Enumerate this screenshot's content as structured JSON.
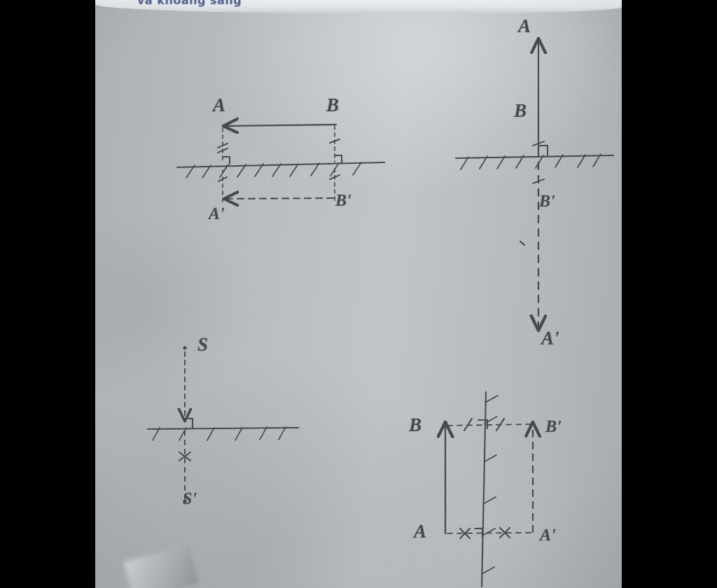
{
  "photo": {
    "kind": "handwritten-notebook-photograph",
    "subject": "plane mirror reflection constructions",
    "paper_color": "#b9bdc2",
    "pencil_color": "#3e4247",
    "letterbox_color": "#000000"
  },
  "printed_header": {
    "text": "và khoảng sáng",
    "color": "#283a72",
    "note": "blue printed text cut off at the very top edge of the page"
  },
  "diagrams": [
    {
      "id": "top-left",
      "title": "Object AB parallel to a horizontal mirror",
      "mirror": "horizontal",
      "object_labels": [
        "A",
        "B"
      ],
      "image_labels": [
        "A'",
        "B'"
      ],
      "object_arrow": "arrow from B to A pointing left (solid)",
      "image_arrow": "arrow from B' to A' pointing left (dashed)",
      "marks": [
        "right-angle at A foot",
        "right-angle at B foot",
        "equal-distance ticks on both perpendiculars"
      ],
      "labels": {
        "A": "A",
        "B": "B",
        "A_prime": "A'",
        "B_prime": "B'"
      }
    },
    {
      "id": "top-right",
      "title": "Object AB perpendicular to a horizontal mirror",
      "mirror": "horizontal",
      "object_labels": [
        "A",
        "B"
      ],
      "image_labels": [
        "A'",
        "B'"
      ],
      "object_arrow": "arrow from mirror up to A (solid), B marked on the way",
      "image_arrow": "arrow from mirror down to A' (dashed), B' marked on the way",
      "marks": [
        "right-angle at the mirror",
        "equal-distance ticks above and below the mirror"
      ],
      "labels": {
        "A": "A",
        "B": "B",
        "A_prime": "A'",
        "B_prime": "B'"
      }
    },
    {
      "id": "bottom-left",
      "title": "Point source S and its image S'",
      "mirror": "horizontal",
      "object_labels": [
        "S"
      ],
      "image_labels": [
        "S'"
      ],
      "object_arrow": "dashed ray from S down to the mirror with arrowhead",
      "image_arrow": "dashed continuation below the mirror to S'",
      "marks": [
        "right-angle at the mirror",
        "cross tick below the mirror"
      ],
      "labels": {
        "S": "S",
        "S_prime": "S'"
      }
    },
    {
      "id": "bottom-right",
      "title": "Object AB parallel to a vertical mirror",
      "mirror": "vertical",
      "object_labels": [
        "A",
        "B"
      ],
      "image_labels": [
        "A'",
        "B'"
      ],
      "object_arrow": "arrow from A up to B (solid)",
      "image_arrow": "arrow from A' up to B' (dashed)",
      "marks": [
        "right-angle at top perpendicular",
        "right-angle at bottom perpendicular",
        "slash ticks on the top line",
        "cross ticks on the bottom line"
      ],
      "labels": {
        "A": "A",
        "B": "B",
        "A_prime": "A'",
        "B_prime": "B'"
      }
    }
  ]
}
